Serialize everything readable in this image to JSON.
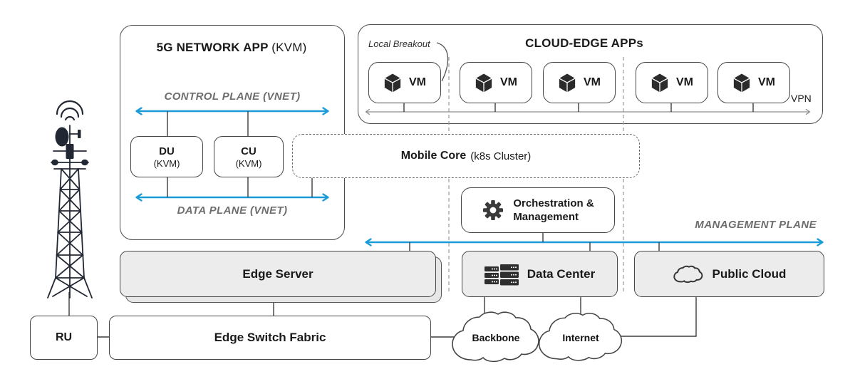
{
  "five_g": {
    "title": "5G NETWORK APP",
    "title_suffix": "(KVM)",
    "control_plane": "CONTROL PLANE (VNET)",
    "data_plane": "DATA PLANE (VNET)",
    "du_title": "DU",
    "du_sub": "(KVM)",
    "cu_title": "CU",
    "cu_sub": "(KVM)"
  },
  "cloud_edge": {
    "title": "CLOUD-EDGE APPs",
    "local_breakout": "Local Breakout",
    "vpn": "VPN",
    "vm_labels": [
      "VM",
      "VM",
      "VM",
      "VM",
      "VM"
    ]
  },
  "mobile_core": {
    "title": "Mobile Core",
    "suffix": "(k8s Cluster)"
  },
  "orchestration": {
    "line1": "Orchestration &",
    "line2": "Management"
  },
  "management_plane": "MANAGEMENT PLANE",
  "boxes": {
    "edge_server": "Edge Server",
    "data_center": "Data Center",
    "public_cloud": "Public Cloud",
    "ru": "RU",
    "edge_switch_fabric": "Edge Switch Fabric"
  },
  "clouds": {
    "backbone": "Backbone",
    "internet": "Internet"
  },
  "colors": {
    "accent_cyan": "#1b9bd7",
    "box_border": "#4d4d4d",
    "gray_fill": "#ececec",
    "label_gray": "#6e6e6e",
    "dashed_gray": "#9a9a9a",
    "icon_dark": "#23283a"
  }
}
